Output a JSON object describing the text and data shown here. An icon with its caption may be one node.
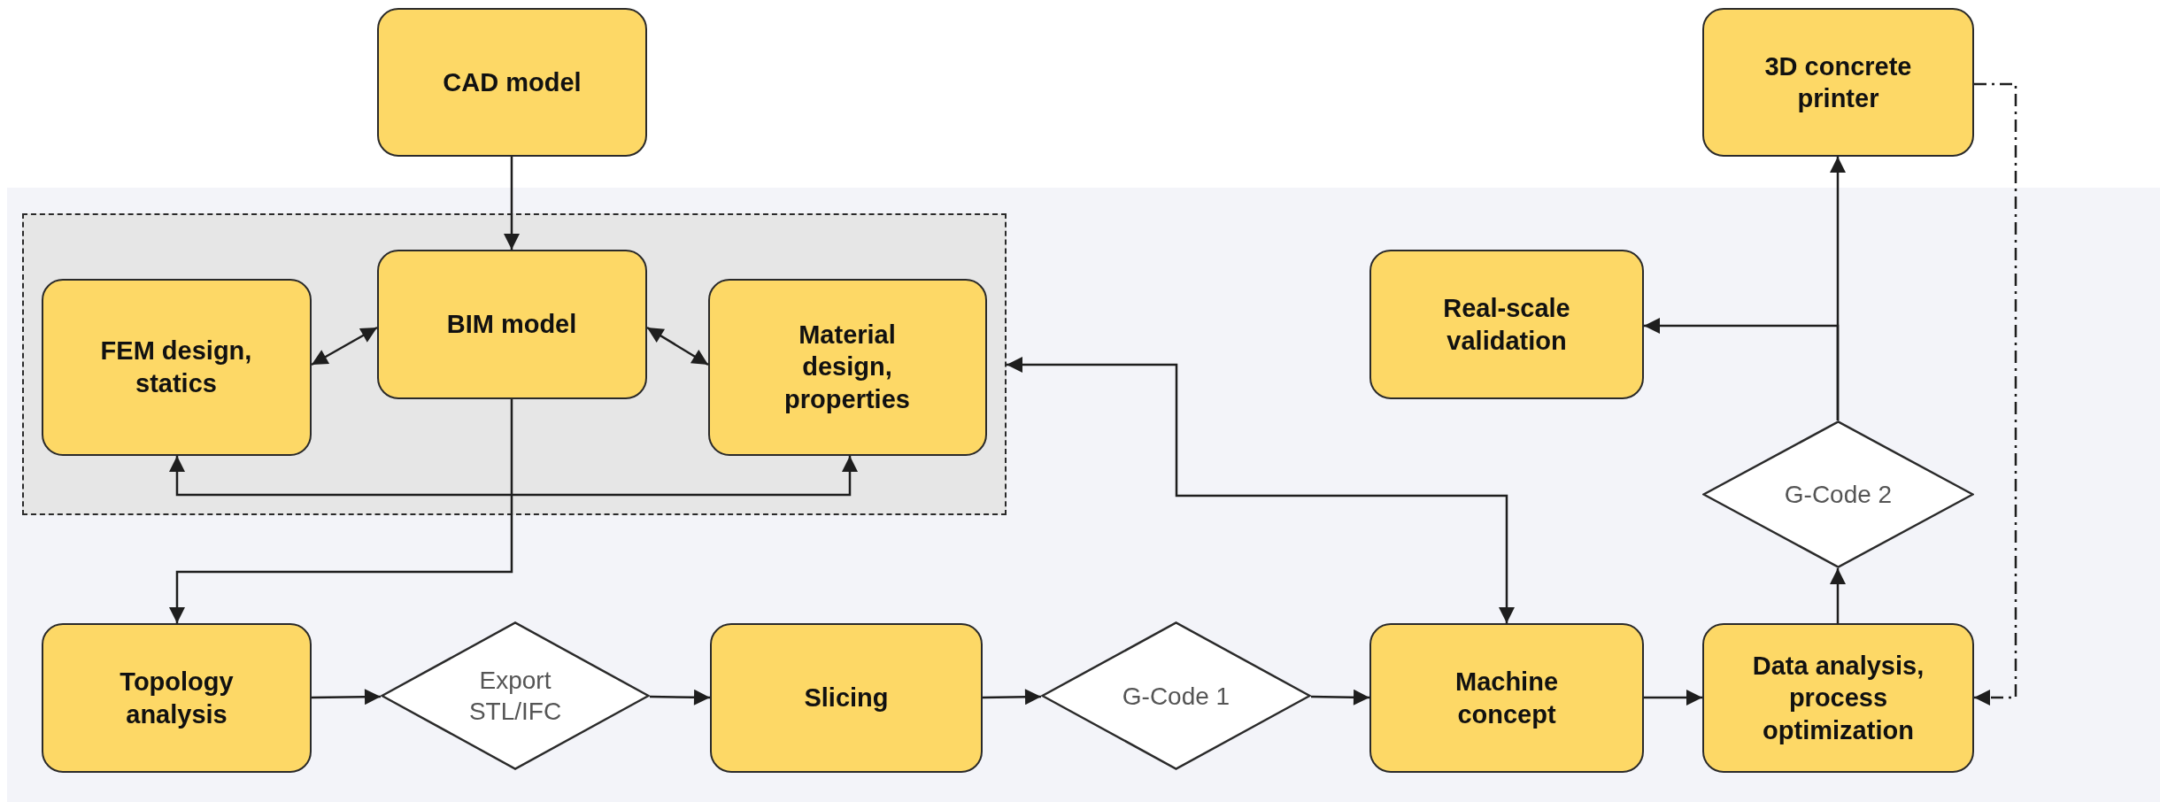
{
  "diagram": {
    "nodes": [
      {
        "text": [
          "CAD model"
        ]
      },
      {
        "text": [
          "3D concrete printer"
        ]
      },
      {
        "text": [],
        "shape": "box"
      },
      {
        "text": [
          "BIM model"
        ],
        "in": 2
      },
      {
        "text": [
          "FEM design, statics"
        ],
        "in": 2
      },
      {
        "text": [
          "Material design, properties"
        ],
        "in": 2
      },
      {
        "text": [
          "Real-scale validation"
        ]
      },
      {
        "text": [
          "G-Code 2"
        ]
      },
      {
        "text": [
          "Topology analysis"
        ]
      },
      {
        "text": [
          "Export STL/IFC"
        ]
      },
      {
        "text": [
          "Slicing"
        ]
      },
      {
        "text": [
          "G-Code 1"
        ]
      },
      {
        "text": [
          "Machine concept"
        ]
      },
      {
        "text": [
          "Data analysis, process optimization"
        ]
      }
    ],
    "edges": [
      {
        "from": 0,
        "to": 3,
        "arrow": "to"
      },
      {
        "from": 3,
        "to": 4,
        "arrow": "both"
      },
      {
        "from": 3,
        "to": 5,
        "arrow": "both"
      },
      {
        "from": 4,
        "to": 5,
        "arrow": "both"
      },
      {
        "from": 3,
        "to": 8,
        "arrow": "to"
      },
      {
        "from": 8,
        "to": 9,
        "arrow": "to"
      },
      {
        "from": 9,
        "to": 10,
        "arrow": "to"
      },
      {
        "from": 10,
        "to": 11,
        "arrow": "to"
      },
      {
        "from": 11,
        "to": 12,
        "arrow": "to"
      },
      {
        "from": 12,
        "to": 2,
        "arrow": "both"
      },
      {
        "from": 12,
        "to": 13,
        "arrow": "to"
      },
      {
        "from": 13,
        "to": 7,
        "arrow": "to"
      },
      {
        "from": 7,
        "to": 1,
        "arrow": "to"
      },
      {
        "from": 7,
        "to": 6,
        "arrow": "to"
      },
      {
        "from": 1,
        "to": 13,
        "arrow": "to",
        "style": "dashed"
      }
    ]
  }
}
